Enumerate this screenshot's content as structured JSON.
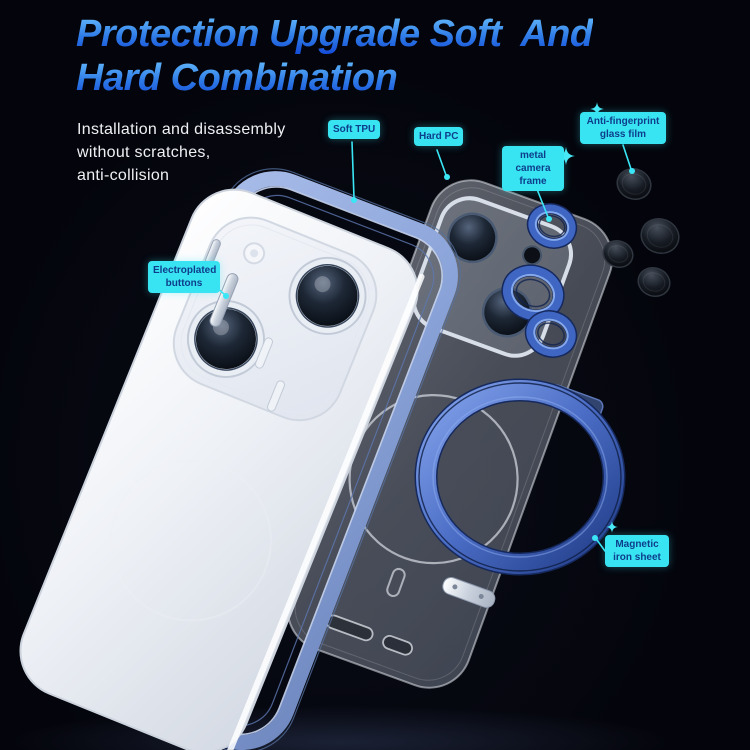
{
  "title": {
    "line1": "Protection Upgrade Soft  And",
    "line2": "Hard Combination"
  },
  "description": {
    "lines": [
      "Installation and disassembly",
      "without scratches,",
      "anti-collision"
    ]
  },
  "callouts": [
    {
      "id": "soft-tpu",
      "label": "Soft TPU"
    },
    {
      "id": "hard-pc",
      "label": "Hard PC"
    },
    {
      "id": "metal-camera-frame",
      "label": "metal camera frame"
    },
    {
      "id": "anti-fingerprint-glass-film",
      "label": "Anti-fingerprint glass film"
    },
    {
      "id": "electroplated-buttons",
      "label": "Electroplated buttons"
    },
    {
      "id": "magnetic-iron-sheet",
      "label": "Magnetic iron sheet"
    }
  ],
  "colors": {
    "background": "#04050c",
    "title_gradient_top": "#6fc6ff",
    "title_gradient_bottom": "#1246d6",
    "callout_background": "#39e4f2",
    "callout_text": "#0d3e8c",
    "tpu_frame_blue": "#8ca5da",
    "magnetic_ring_blue": "#4a6cc4",
    "phone_silver": "#e8ecf2"
  }
}
